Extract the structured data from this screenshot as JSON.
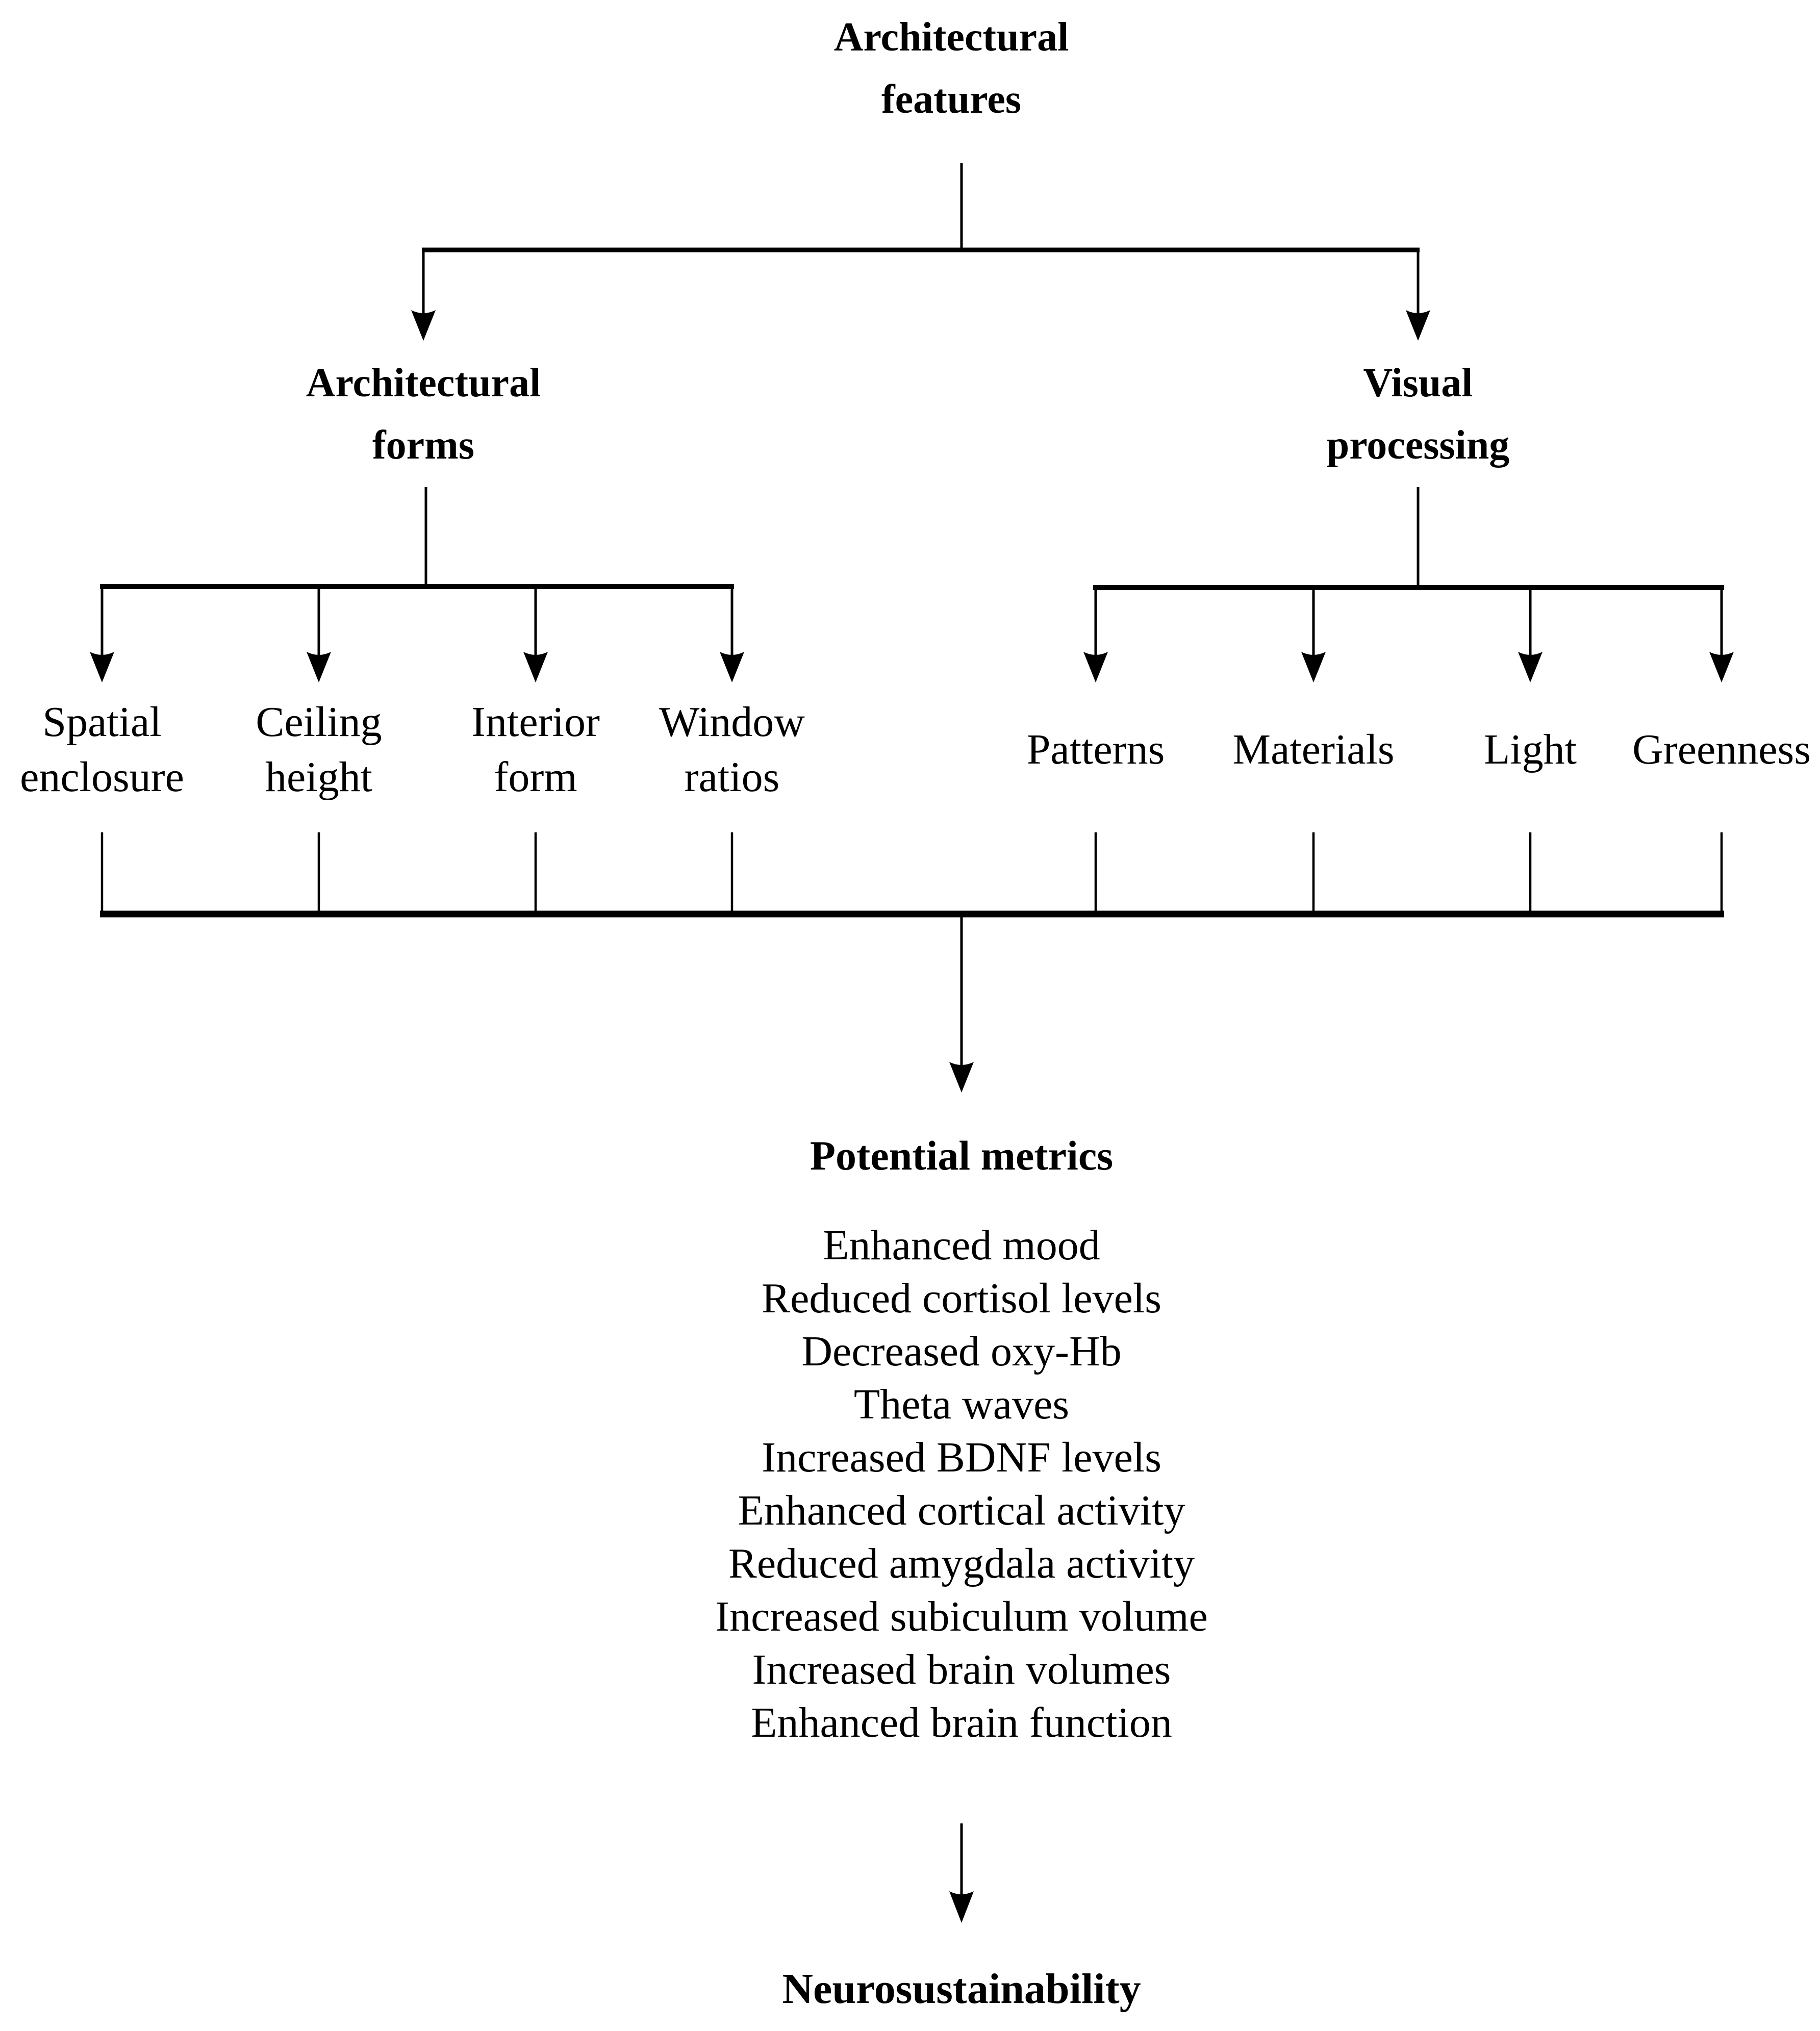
{
  "diagram": {
    "root": {
      "line1": "Architectural",
      "line2": "features"
    },
    "branches": {
      "left": {
        "line1": "Architectural",
        "line2": "forms"
      },
      "right": {
        "line1": "Visual",
        "line2": "processing"
      }
    },
    "left_leaves": [
      {
        "line1": "Spatial",
        "line2": "enclosure"
      },
      {
        "line1": "Ceiling",
        "line2": "height"
      },
      {
        "line1": "Interior",
        "line2": "form"
      },
      {
        "line1": "Window",
        "line2": "ratios"
      }
    ],
    "right_leaves": [
      {
        "label": "Patterns"
      },
      {
        "label": "Materials"
      },
      {
        "label": "Light"
      },
      {
        "label": "Greenness"
      }
    ],
    "metrics_title": "Potential metrics",
    "metrics": [
      "Enhanced mood",
      "Reduced cortisol levels",
      "Decreased oxy-Hb",
      "Theta waves",
      "Increased BDNF levels",
      "Enhanced cortical activity",
      "Reduced amygdala activity",
      "Increased subiculum volume",
      "Increased brain volumes",
      "Enhanced brain function"
    ],
    "outcome": "Neurosustainability",
    "colors": {
      "line": "#000000",
      "text": "#000000",
      "background": "#ffffff"
    }
  }
}
